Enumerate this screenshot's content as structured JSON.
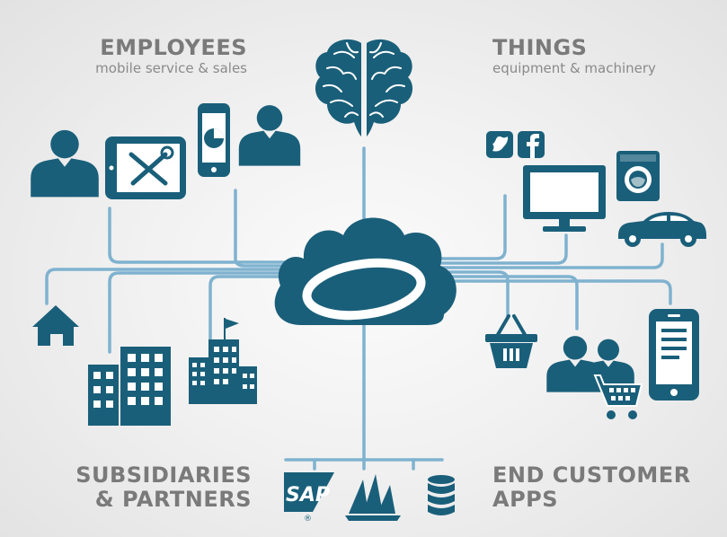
{
  "sections": {
    "employees": {
      "title": "EMPLOYEES",
      "subtitle": "mobile service & sales"
    },
    "things": {
      "title": "THINGS",
      "subtitle": "equipment & machinery"
    },
    "subsidiaries": {
      "title_line1": "SUBSIDIARIES",
      "title_line2": "& PARTNERS"
    },
    "end_customer": {
      "title_line1": "END CUSTOMER",
      "title_line2": "APPS"
    }
  },
  "logos": {
    "sap": "SAP",
    "sap_mark": "®"
  },
  "icons": [
    "brain-icon",
    "cloud-icon",
    "person-icon",
    "tablet-icon",
    "smartphone-icon",
    "twitter-icon",
    "facebook-icon",
    "monitor-icon",
    "washing-machine-icon",
    "car-icon",
    "house-icon",
    "office-building-icon",
    "factory-icon",
    "shopping-basket-icon",
    "customers-icon",
    "shopping-cart-icon",
    "mobile-app-icon",
    "sap-logo-icon",
    "dynamics-logo-icon",
    "database-icon"
  ],
  "colors": {
    "icon": "#1a5f7a",
    "line": "#7fb2cf",
    "text": "#7a7a7a",
    "background": "#efefef"
  }
}
